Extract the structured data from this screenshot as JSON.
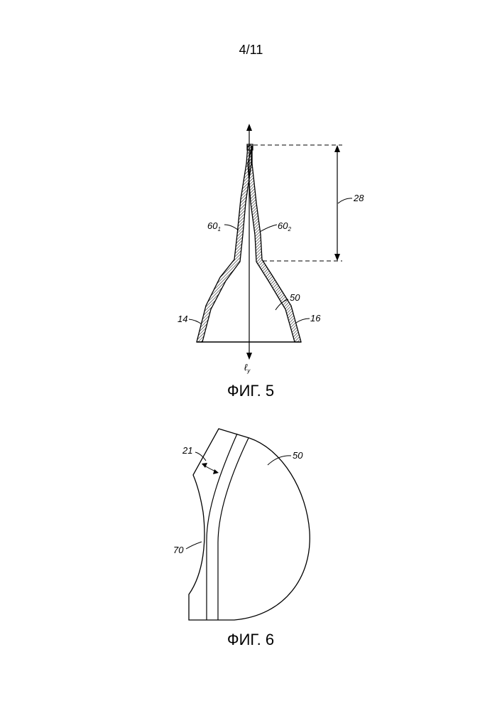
{
  "page": {
    "number": "4/11"
  },
  "figure5": {
    "caption": "ФИГ. 5",
    "labels": {
      "dim": "28",
      "left_wall": "60",
      "left_wall_sub": "1",
      "right_wall": "60",
      "right_wall_sub": "2",
      "body": "50",
      "left_edge": "14",
      "right_edge": "16",
      "axis": "ℓ",
      "axis_sub": "y"
    }
  },
  "figure6": {
    "caption": "ФИГ. 6",
    "labels": {
      "thickness": "21",
      "body": "50",
      "contour": "70"
    }
  }
}
